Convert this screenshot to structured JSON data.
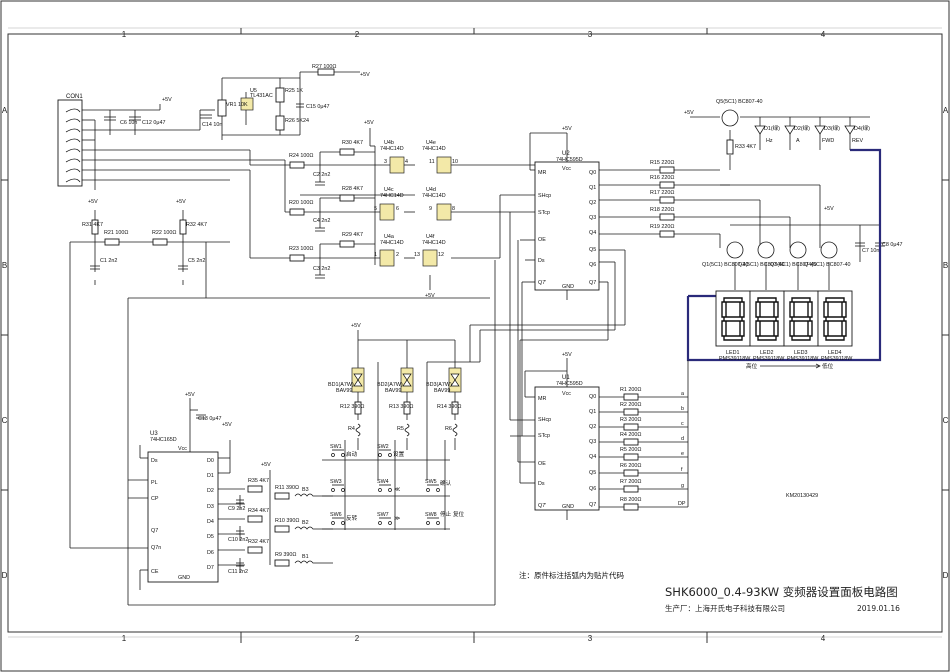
{
  "frame": {
    "columns": [
      "1",
      "2",
      "3",
      "4"
    ],
    "rows": [
      "A",
      "B",
      "C",
      "D"
    ]
  },
  "title_block": {
    "title": "SHK6000_0.4-93KW 变频器设置面板电路图",
    "manufacturer": "生产厂：上海开氏电子科技有限公司",
    "date": "2019.01.16",
    "note": "注：原件标注括弧内为贴片代码",
    "code": "KM20130429"
  },
  "chips": {
    "u2": {
      "ref": "U2",
      "part": "74HC595D",
      "pins": [
        "MR",
        "SHcp",
        "STcp",
        "OE",
        "Ds",
        "Q7'",
        "Vcc",
        "GND",
        "Q0",
        "Q1",
        "Q2",
        "Q3",
        "Q4",
        "Q5",
        "Q6",
        "Q7"
      ]
    },
    "u1": {
      "ref": "U1",
      "part": "74HC595D",
      "pins": [
        "MR",
        "SHcp",
        "STcp",
        "OE",
        "Ds",
        "Q7'",
        "Vcc",
        "GND",
        "Q0",
        "Q1",
        "Q2",
        "Q3",
        "Q4",
        "Q5",
        "Q6",
        "Q7"
      ]
    },
    "u3": {
      "ref": "U3",
      "part": "74HC165D",
      "pins": [
        "Ds",
        "PL",
        "CP",
        "Q7",
        "Q7n",
        "CE",
        "Vcc",
        "GND",
        "D0",
        "D1",
        "D2",
        "D3",
        "D4",
        "D5",
        "D6",
        "D7"
      ]
    },
    "u5": {
      "ref": "U5",
      "part": "TL431AC"
    },
    "con1": {
      "ref": "CON1"
    }
  },
  "gates": [
    {
      "ref": "U4b",
      "part": "74HC14D",
      "pins": [
        "3",
        "4"
      ]
    },
    {
      "ref": "U4e",
      "part": "74HC14D",
      "pins": [
        "11",
        "10"
      ]
    },
    {
      "ref": "U4c",
      "part": "74HC14D",
      "pins": [
        "5",
        "6"
      ]
    },
    {
      "ref": "U4d",
      "part": "74HC14D",
      "pins": [
        "9",
        "8"
      ]
    },
    {
      "ref": "U4a",
      "part": "74HC14D",
      "pins": [
        "1",
        "2"
      ]
    },
    {
      "ref": "U4f",
      "part": "74HC14D",
      "pins": [
        "13",
        "12"
      ]
    }
  ],
  "top_parts": {
    "r27": "R27 100Ω",
    "vcc": "+5V",
    "c6": "C6 10n",
    "c12": "C12 0μ47",
    "c14": "C14 10n",
    "vr1": "VR1 10K",
    "r25": "R25 1K",
    "c15": "C15 0μ47",
    "r26": "R26 5K24",
    "r30": "R30 4K7",
    "r28": "R28 4K7",
    "r29": "R29 4K7",
    "r24": "R24 100Ω",
    "r20": "R20 100Ω",
    "r23": "R23 100Ω",
    "c2": "C2 2n2",
    "c4": "C4 2n2",
    "c3": "C3 2n2",
    "r16": "R16 220Ω",
    "r15": "R15 220Ω",
    "r17": "R17 220Ω",
    "r18": "R18 220Ω",
    "r19": "R19 220Ω",
    "r33": "R33 4K7",
    "q5": "Q5(5C1) BC807-40"
  },
  "left_parts": {
    "r31": "R31 4K7",
    "r21": "R21 100Ω",
    "r22": "R22 100Ω",
    "r32": "R32 4K7",
    "c1": "C1 2n2",
    "c5": "C5 2n2",
    "c13": "C13 0μ47",
    "r35": "R35 4K7",
    "r34": "R34 4K7",
    "r32b": "R32 4K7",
    "c9": "C9 2n2",
    "c10": "C10 2n2",
    "c11": "C11 2n2",
    "r11": "R11 390Ω",
    "r10": "R10 390Ω",
    "r9": "R9 390Ω",
    "b1": "B1",
    "b2": "B2",
    "b3": "B3"
  },
  "leds": [
    {
      "ref": "D1(绿)",
      "label": "Hz"
    },
    {
      "ref": "D2(绿)",
      "label": "A"
    },
    {
      "ref": "D3(绿)",
      "label": "FWD"
    },
    {
      "ref": "D4(绿)",
      "label": "REV"
    }
  ],
  "transistors": [
    "Q1(5C1) BC807-40",
    "Q2(5C1) BC807-40",
    "Q3(5C1) BC807-40",
    "Q4(5C1) BC807-40"
  ],
  "c7": "C7 10n",
  "c8": "C8 0μ47",
  "digits": [
    {
      "ref": "LED1",
      "part": "PMS39118W"
    },
    {
      "ref": "LED2",
      "part": "PMS39118W"
    },
    {
      "ref": "LED3",
      "part": "PMS39118W"
    },
    {
      "ref": "LED4",
      "part": "PMS39118W"
    }
  ],
  "digit_order": {
    "high": "高位",
    "low": "低位"
  },
  "bidi": [
    {
      "ref": "BD1(A7W)",
      "part": "BAV99",
      "res": "R12 390Ω",
      "rr": "R4"
    },
    {
      "ref": "BD2(A7W)",
      "part": "BAV99",
      "res": "R13 390Ω",
      "rr": "R5"
    },
    {
      "ref": "BD3(A7W)",
      "part": "BAV99",
      "res": "R14 390Ω",
      "rr": "R6"
    }
  ],
  "switches": [
    {
      "ref": "SW1",
      "label": "启动"
    },
    {
      "ref": "SW2",
      "label": "设置"
    },
    {
      "ref": "SW3",
      "label": ""
    },
    {
      "ref": "SW4",
      "label": "≪"
    },
    {
      "ref": "SW5",
      "label": "确认"
    },
    {
      "ref": "SW6",
      "label": "反转"
    },
    {
      "ref": "SW7",
      "label": "≫"
    },
    {
      "ref": "SW8",
      "label": "停止 复位"
    }
  ],
  "u1_out": {
    "resistors": [
      "R1 200Ω",
      "R2 200Ω",
      "R3 200Ω",
      "R4 200Ω",
      "R5 200Ω",
      "R6 200Ω",
      "R7 200Ω",
      "R8 200Ω"
    ],
    "segs": [
      "a",
      "b",
      "c",
      "d",
      "e",
      "f",
      "g",
      "DP"
    ]
  },
  "colors": {
    "bus": "#2a2a7a",
    "ic_fill": "#f3e9a8",
    "wire": "#1a1a1a"
  }
}
